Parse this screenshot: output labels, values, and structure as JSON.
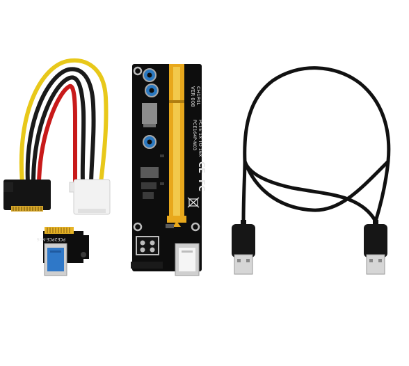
{
  "image": {
    "subject": "PCIe riser kit product photo",
    "background_color": "#ffffff"
  },
  "riser_board": {
    "silkscreen": {
      "version": "VER 008",
      "brand": "CH1P4L",
      "spec": "PCI-E 1X TO 16X",
      "model": "PCE164P-N03"
    },
    "marks": [
      "CE",
      "FC"
    ],
    "colors": {
      "pcb": "#0d0d0d",
      "slot": "#e8a81c",
      "slot_contacts": "#f2c94c"
    }
  },
  "adapter_card": {
    "silkscreen": {
      "model": "PCE2PCE-N06"
    },
    "colors": {
      "pcb": "#0d0d0d",
      "gold_fingers": "#e6b325",
      "usb_port": "#2f78c8"
    }
  },
  "power_cable": {
    "wire_colors": [
      "#1a1a1a",
      "#c81a1a",
      "#e8c81a"
    ]
  },
  "usb_cable": {
    "color": "#111111"
  }
}
